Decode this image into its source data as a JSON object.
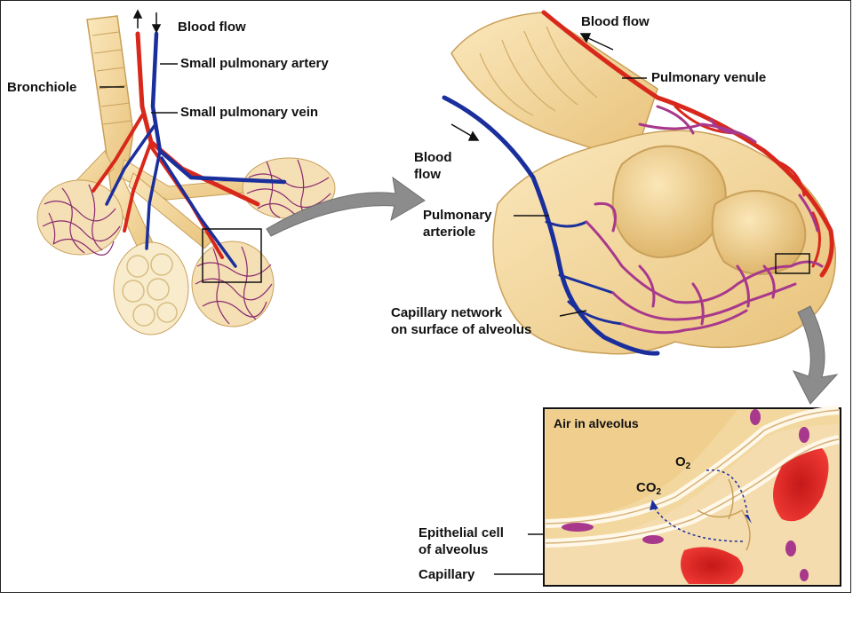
{
  "labels": {
    "blood_flow_top": "Blood flow",
    "small_pulmonary_artery": "Small pulmonary artery",
    "small_pulmonary_vein": "Small pulmonary vein",
    "bronchiole": "Bronchiole",
    "blood_flow_right": "Blood flow",
    "pulmonary_venule": "Pulmonary venule",
    "blood_flow_left_line1": "Blood",
    "blood_flow_left_line2": "flow",
    "pulmonary_arteriole_line1": "Pulmonary",
    "pulmonary_arteriole_line2": "arteriole",
    "capillary_network_line1": "Capillary network",
    "capillary_network_line2": "on surface of alveolus",
    "air_in_alveolus": "Air in alveolus",
    "o2_base": "O",
    "o2_sub": "2",
    "co2_base": "CO",
    "co2_sub": "2",
    "epithelial_line1": "Epithelial cell",
    "epithelial_line2": "of alveolus",
    "capillary": "Capillary"
  },
  "colors": {
    "artery_blue": "#1a2f9c",
    "vein_red": "#d8281c",
    "capillary_purple": "#a8388c",
    "tissue_tan": "#f3d9a0",
    "tissue_dark": "#e2b96c",
    "rbc_red": "#e8302c"
  }
}
